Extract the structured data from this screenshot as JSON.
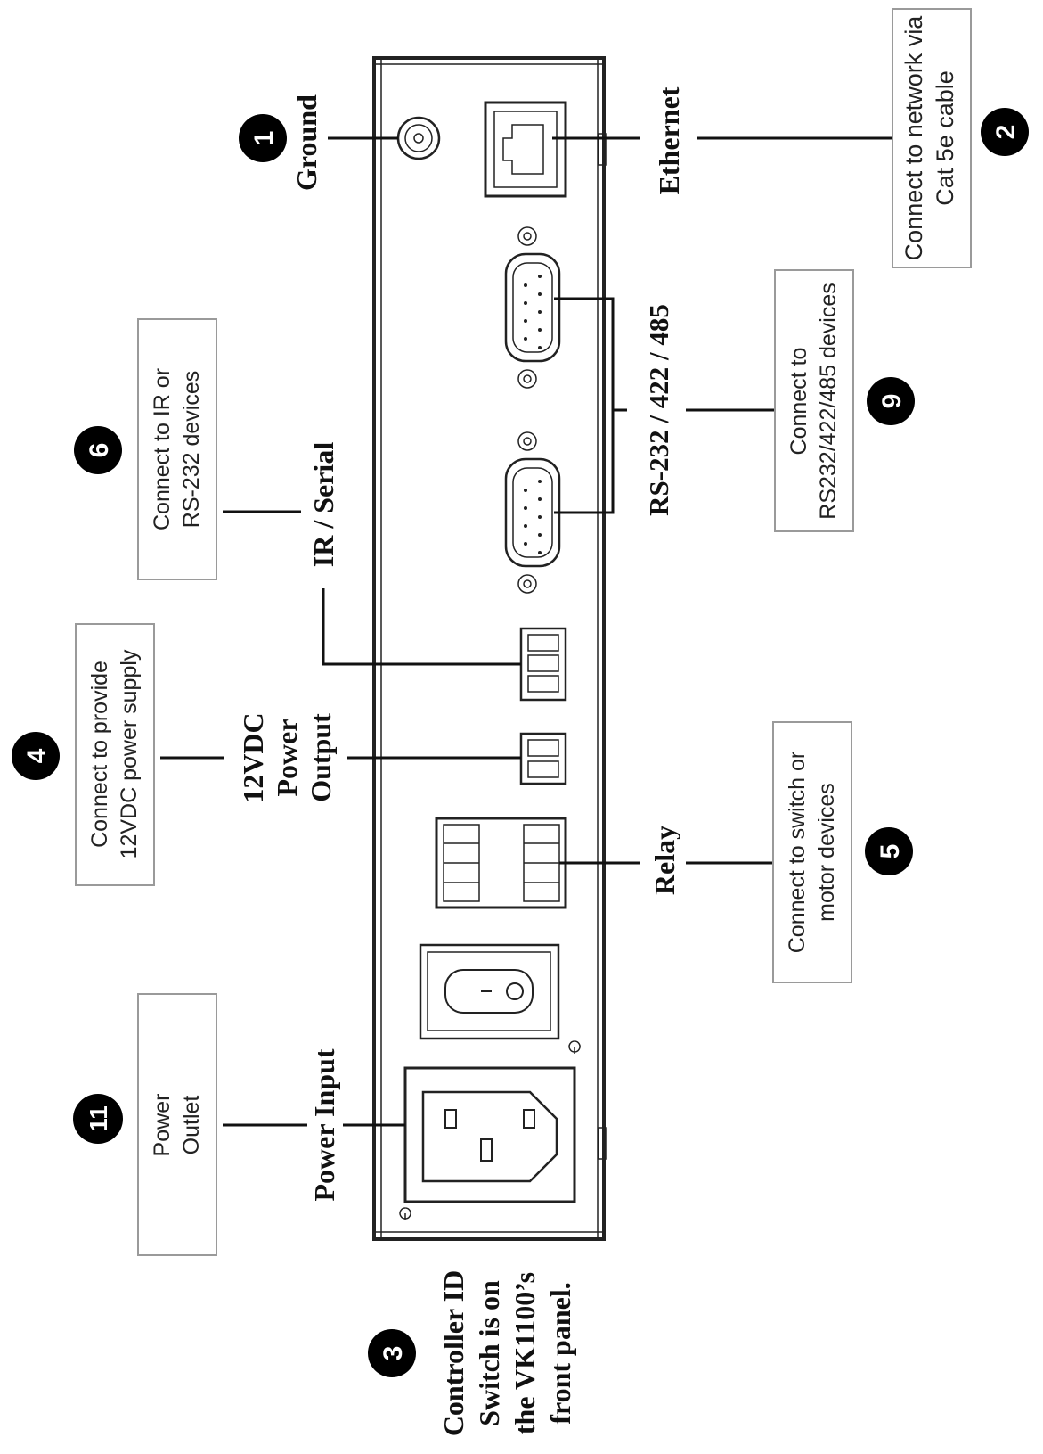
{
  "ports": {
    "ground": "Ground",
    "ethernet": "Ethernet",
    "rs": "RS-232 / 422 / 485",
    "ir_serial": "IR / Serial",
    "power_out": [
      "12VDC",
      "Power",
      "Output"
    ],
    "relay": "Relay",
    "power_input": "Power Input"
  },
  "callouts": {
    "c1": {
      "number": "1"
    },
    "c2": {
      "number": "2",
      "lines": [
        "Connect to network via",
        "Cat 5e cable"
      ]
    },
    "c3": {
      "number": "3",
      "lines": [
        "Controller ID",
        "Switch is on",
        "the VK1100’s",
        "front panel."
      ]
    },
    "c4": {
      "number": "4",
      "lines": [
        "Connect to provide",
        "12VDC power supply"
      ]
    },
    "c5": {
      "number": "5",
      "lines": [
        "Connect to switch or",
        "motor devices"
      ]
    },
    "c6": {
      "number": "6",
      "lines": [
        "Connect to IR or",
        "RS-232 devices"
      ]
    },
    "c9": {
      "number": "9",
      "lines": [
        "Connect to",
        "RS232/422/485 devices"
      ]
    },
    "c11": {
      "number": "11",
      "lines": [
        "Power",
        "Outlet"
      ]
    }
  },
  "colors": {
    "ink": "#111111",
    "box_border": "#9a9a9a",
    "badge": "#000000"
  }
}
